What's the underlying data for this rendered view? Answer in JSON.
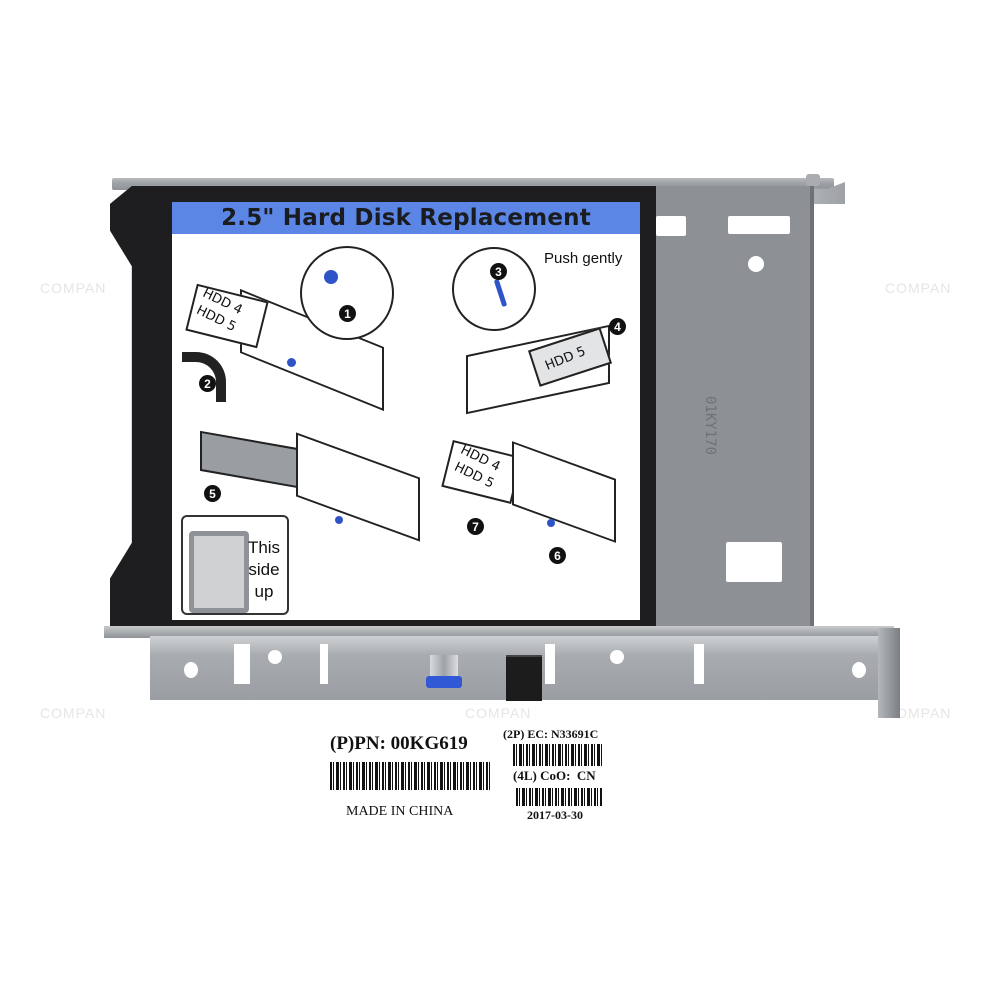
{
  "label": {
    "title": "2.5\" Hard Disk Replacement",
    "push_note": "Push gently",
    "steps": [
      "1",
      "2",
      "3",
      "4",
      "5",
      "6",
      "7"
    ],
    "drive_labels": {
      "upper": "HDD 4",
      "lower": "HDD 5"
    },
    "orientation_note": [
      "This",
      "side",
      "up"
    ],
    "title_band_color": "#5b86e6"
  },
  "bracket": {
    "stamped_mark": "01KY170",
    "knob_color": "#3159d6"
  },
  "part_label": {
    "pn": "(P)PN: 00KG619",
    "origin": "MADE IN CHINA",
    "ec": "(2P) EC: N33691C",
    "coo": "(4L) CoO:  CN",
    "date": "2017-03-30"
  },
  "watermark": "COMPAN"
}
